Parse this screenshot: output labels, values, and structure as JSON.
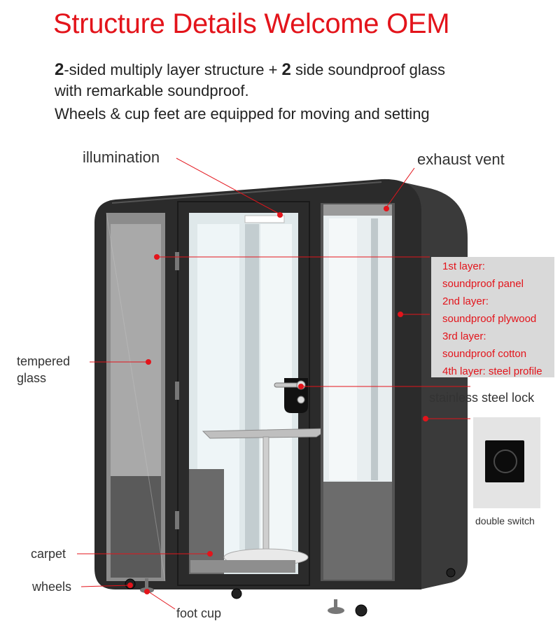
{
  "title": "Structure Details  Welcome OEM",
  "description": {
    "line1_num1": "2",
    "line1_part1": "-sided multiply layer structure + ",
    "line1_num2": "2",
    "line1_part2": " side soundproof glass",
    "line2": "with remarkable soundproof.",
    "line3": "Wheels & cup feet are equipped for moving and setting"
  },
  "labels": {
    "illumination": "illumination",
    "exhaust_vent": "exhaust vent",
    "tempered_glass_1": "tempered",
    "tempered_glass_2": "glass",
    "stainless_steel_lock": "stainless steel lock",
    "carpet": "carpet",
    "wheels": "wheels",
    "foot_cup": "foot cup",
    "double_switch": "double switch"
  },
  "layers": [
    "1st layer:",
    "soundproof panel",
    "2nd layer:",
    "soundproof plywood",
    "3rd layer:",
    "soundproof cotton",
    "4th layer: steel profile"
  ],
  "colors": {
    "accent_red": "#e3141b",
    "booth_frame": "#2b2b2b",
    "text": "#222222"
  }
}
